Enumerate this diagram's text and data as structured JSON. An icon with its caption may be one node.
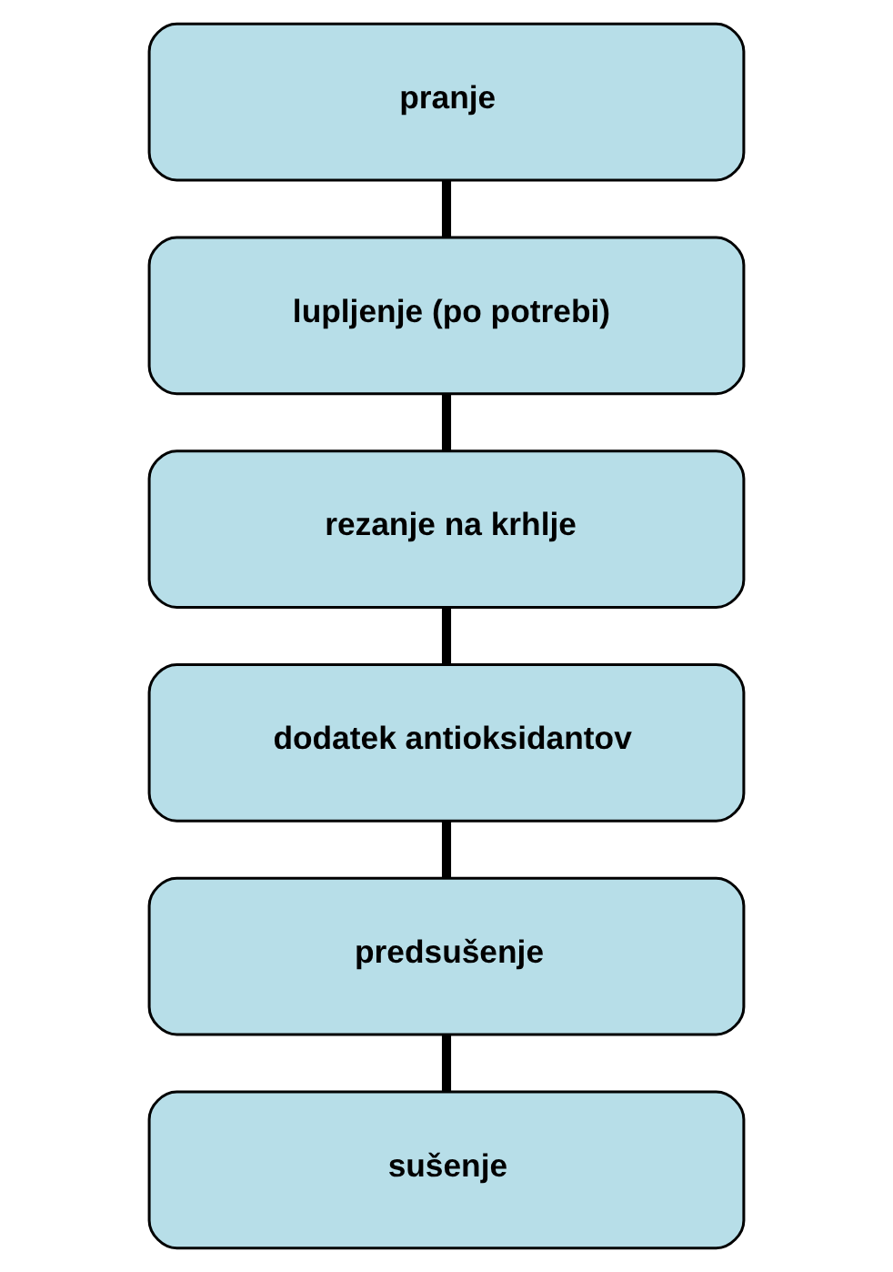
{
  "diagram": {
    "nodes": [
      {
        "text": [
          "pranje"
        ]
      },
      {
        "text": [
          "lupljenje (po potrebi)"
        ]
      },
      {
        "text": [
          "rezanje na krhlje"
        ]
      },
      {
        "text": [
          "dodatek antioksidantov"
        ]
      },
      {
        "text": [
          "predsušenje"
        ]
      },
      {
        "text": [
          "sušenje"
        ]
      }
    ],
    "edges": [
      {
        "from": 0,
        "to": 1,
        "arrow": "none"
      },
      {
        "from": 1,
        "to": 2,
        "arrow": "none"
      },
      {
        "from": 2,
        "to": 3,
        "arrow": "none"
      },
      {
        "from": 3,
        "to": 4,
        "arrow": "none"
      },
      {
        "from": 4,
        "to": 5,
        "arrow": "none"
      }
    ]
  }
}
